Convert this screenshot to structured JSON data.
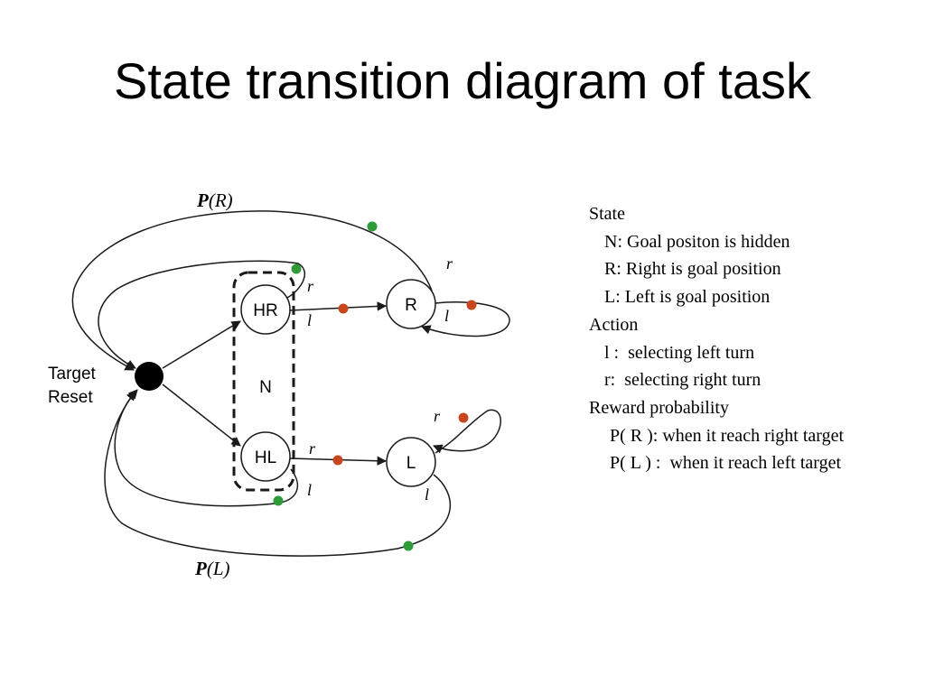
{
  "slide": {
    "title": "State transition diagram of task"
  },
  "diagram": {
    "nodes": {
      "hr": "HR",
      "r": "R",
      "hl": "HL",
      "l": "L",
      "n": "N",
      "target_reset_line1": "Target",
      "target_reset_line2": "Reset"
    },
    "edge_labels": {
      "r_top": "r",
      "r_hr": "r",
      "l_hr": "l",
      "l_r_loop": "l",
      "r_l_loop": "r",
      "r_hl": "r",
      "l_hl": "l",
      "l_l": "l"
    },
    "probabilities": {
      "pr_func": "P",
      "pr_arg": "(R)",
      "pl_func": "P",
      "pl_arg": "(L)"
    },
    "colors": {
      "reward_dot": "#2e9a3a",
      "action_dot": "#c8461e",
      "line": "#1a1a1a"
    }
  },
  "legend": {
    "state_heading": "State",
    "state_n": "N: Goal positon is hidden",
    "state_r": "R: Right is goal position",
    "state_l": "L: Left is goal position",
    "action_heading": "Action",
    "action_l": "l :  selecting left turn",
    "action_r": "r:  selecting right turn",
    "reward_heading": "Reward probability",
    "reward_r": "P( R ): when it reach right target",
    "reward_l": "P( L ) :  when it reach left target"
  }
}
